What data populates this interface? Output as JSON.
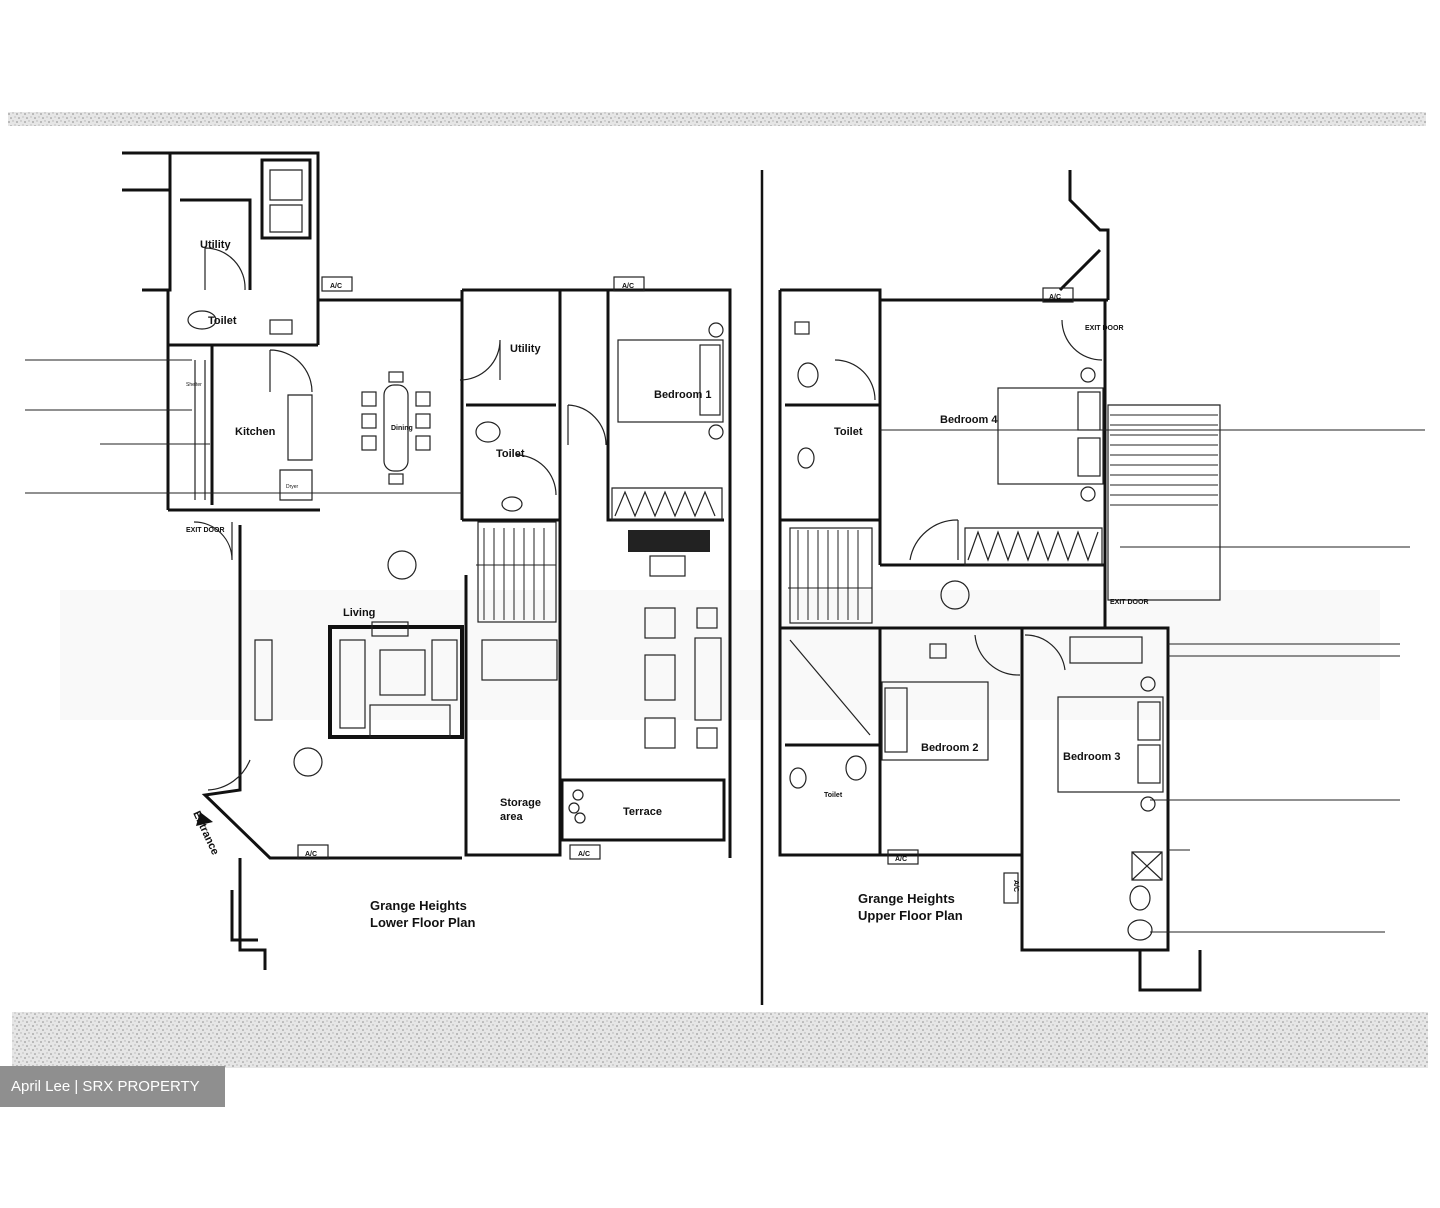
{
  "plans": [
    {
      "title_line1": "Grange Heights",
      "title_line2": "Lower Floor Plan"
    },
    {
      "title_line1": "Grange Heights",
      "title_line2": "Upper Floor Plan"
    }
  ],
  "rooms": {
    "utility_1": "Utility",
    "toilet_1": "Toilet",
    "kitchen": "Kitchen",
    "dining": "Dining",
    "utility_2": "Utility",
    "toilet_2": "Toilet",
    "bedroom_1": "Bedroom 1",
    "living": "Living",
    "storage": "Storage",
    "storage_2": "area",
    "terrace": "Terrace",
    "toilet_3": "Toilet",
    "bedroom_4": "Bedroom 4",
    "bedroom_2": "Bedroom 2",
    "bedroom_3": "Bedroom 3",
    "toilet_4": "Toilet",
    "entrance": "Entrance"
  },
  "labels": {
    "ac": "A/C",
    "exit_door": "EXIT DOOR",
    "shelter": "Shelter",
    "dryer": "Dryer"
  },
  "credit": "April Lee | SRX PROPERTY"
}
